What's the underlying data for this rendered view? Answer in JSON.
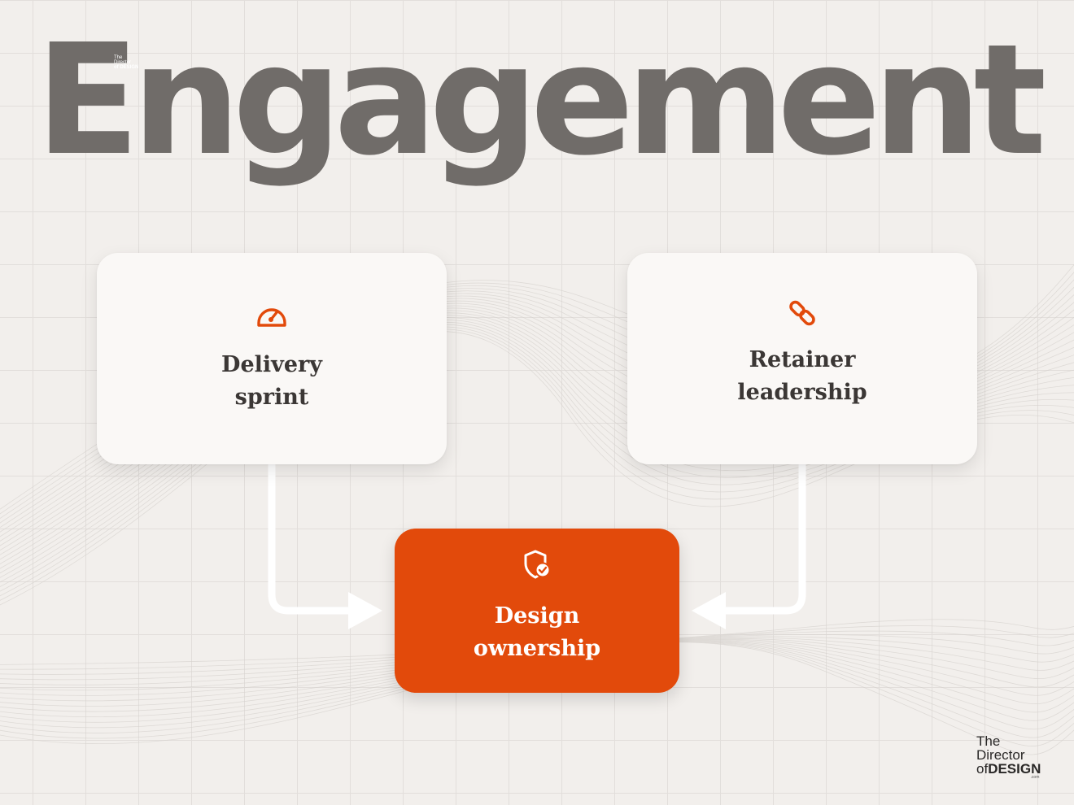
{
  "title": "Engagement",
  "title_mark": {
    "line1": "The",
    "line2": "Director",
    "line3": "of DESIGN"
  },
  "nodes": [
    {
      "id": "delivery",
      "label": "Delivery sprint",
      "icon": "speedometer-icon"
    },
    {
      "id": "retainer",
      "label": "Retainer leadership",
      "icon": "link-chain-icon"
    },
    {
      "id": "design",
      "label": "Design ownership",
      "icon": "shield-check-icon"
    }
  ],
  "edges": [
    {
      "from": "delivery",
      "to": "design"
    },
    {
      "from": "retainer",
      "to": "design"
    }
  ],
  "brand": {
    "line1": "The",
    "line2": "Director",
    "line3_prefix": "of",
    "line3_strong": "DESIGN",
    "suffix": ".com"
  },
  "colors": {
    "accent": "#e24a0b",
    "background": "#f2efec",
    "card": "#faf8f6",
    "title": "#706c69",
    "text": "#3b3735"
  }
}
